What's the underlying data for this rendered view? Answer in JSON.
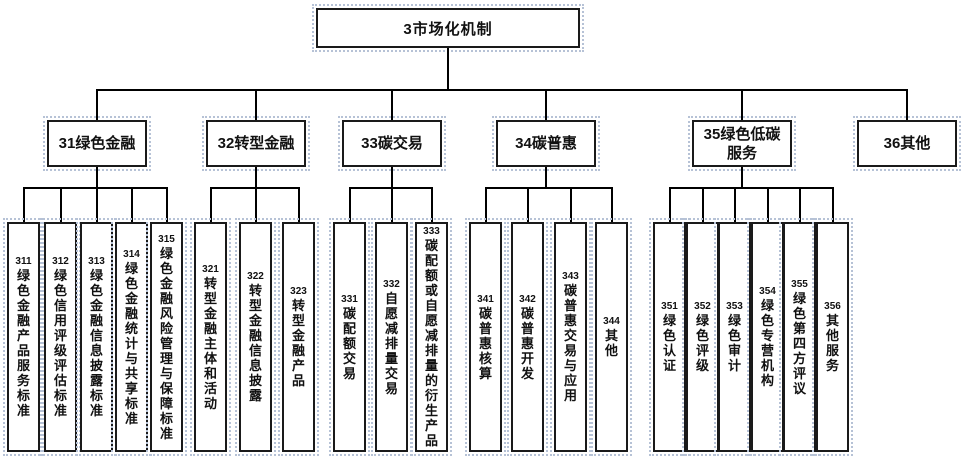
{
  "diagram": {
    "root": {
      "label": "3市场化机制"
    },
    "branches": [
      {
        "label": "31绿色金融",
        "children": [
          {
            "num": "311",
            "text": "绿色金融产品服务标准"
          },
          {
            "num": "312",
            "text": "绿色信用评级评估标准"
          },
          {
            "num": "313",
            "text": "绿色金融信息披露标准"
          },
          {
            "num": "314",
            "text": "绿色金融统计与共享标准"
          },
          {
            "num": "315",
            "text": "绿色金融风险管理与保障标准"
          }
        ]
      },
      {
        "label": "32转型金融",
        "children": [
          {
            "num": "321",
            "text": "转型金融主体和活动"
          },
          {
            "num": "322",
            "text": "转型金融信息披露"
          },
          {
            "num": "323",
            "text": "转型金融产品"
          }
        ]
      },
      {
        "label": "33碳交易",
        "children": [
          {
            "num": "331",
            "text": "碳配额交易"
          },
          {
            "num": "332",
            "text": "自愿减排量交易"
          },
          {
            "num": "333",
            "text": "碳配额或自愿减排量的衍生产品"
          }
        ]
      },
      {
        "label": "34碳普惠",
        "children": [
          {
            "num": "341",
            "text": "碳普惠核算"
          },
          {
            "num": "342",
            "text": "碳普惠开发"
          },
          {
            "num": "343",
            "text": "碳普惠交易与应用"
          },
          {
            "num": "344",
            "text": "其他"
          }
        ]
      },
      {
        "label": "35绿色低碳\n服务",
        "children": [
          {
            "num": "351",
            "text": "绿色认证"
          },
          {
            "num": "352",
            "text": "绿色评级"
          },
          {
            "num": "353",
            "text": "绿色审计"
          },
          {
            "num": "354",
            "text": "绿色专营机构"
          },
          {
            "num": "355",
            "text": "绿色第四方评议"
          },
          {
            "num": "356",
            "text": "其他服务"
          }
        ]
      },
      {
        "label": "36其他",
        "children": []
      }
    ],
    "colors": {
      "line": "#000000",
      "box_border": "#1a1a1a",
      "halo_dots": "#b6c2d6",
      "text": "#111111",
      "background": "#ffffff"
    }
  }
}
